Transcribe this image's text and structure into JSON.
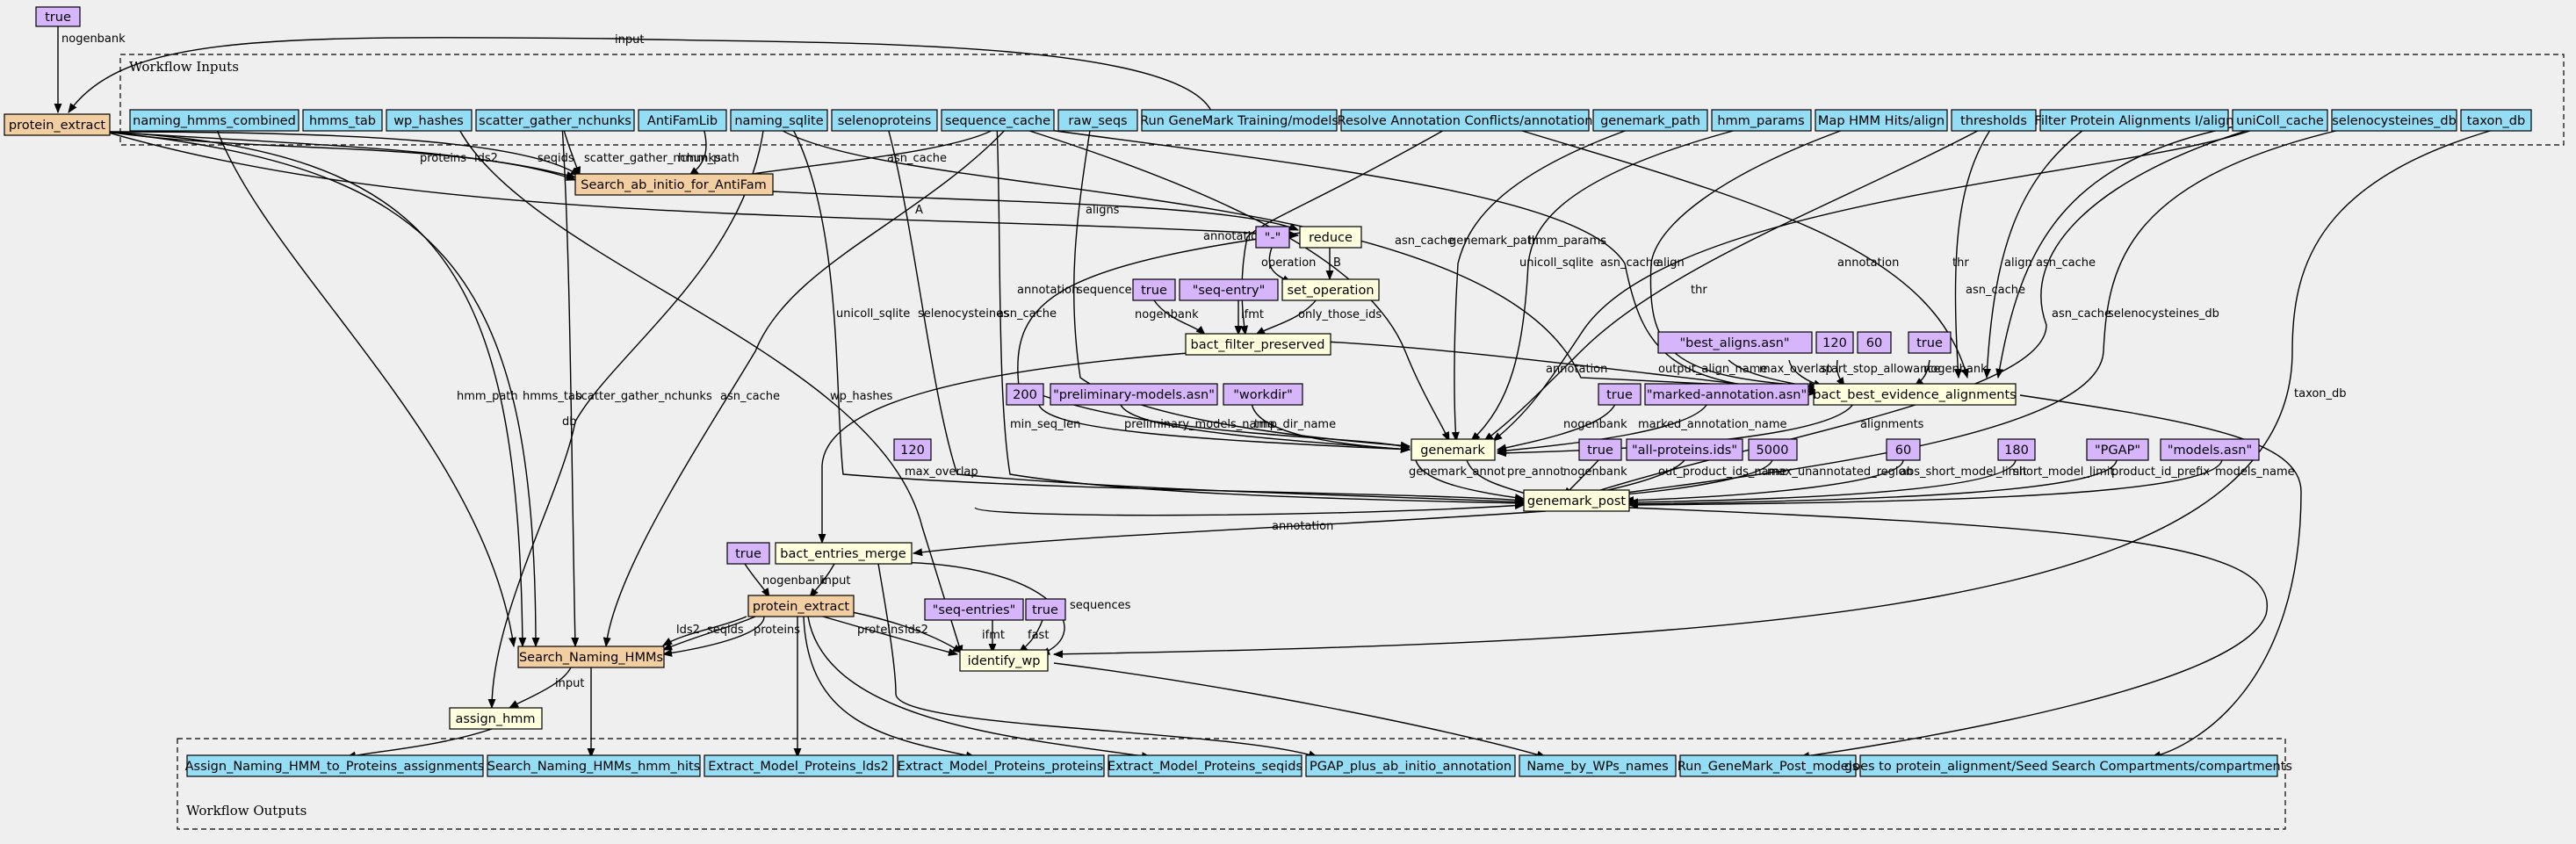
{
  "clusters": {
    "inputs_label": "Workflow Inputs",
    "outputs_label": "Workflow Outputs"
  },
  "colors": {
    "input": "#94ddf4",
    "output": "#94ddf4",
    "const": "#d7b5fb",
    "step": "#ffffdd",
    "subworkflow": "#f3cea1",
    "background": "#efefef"
  },
  "nodes": {
    "in_naming_hmms_combined": "naming_hmms_combined",
    "in_hmms_tab": "hmms_tab",
    "in_wp_hashes": "wp_hashes",
    "in_scatter_gather_nchunks": "scatter_gather_nchunks",
    "in_antifamlib": "AntiFamLib",
    "in_naming_sqlite": "naming_sqlite",
    "in_selenoproteins": "selenoproteins",
    "in_sequence_cache": "sequence_cache",
    "in_raw_seqs": "raw_seqs",
    "in_genemark_training_models": "Run GeneMark Training/models",
    "in_resolve_annotation": "Resolve Annotation Conflicts/annotation",
    "in_genemark_path": "genemark_path",
    "in_hmm_params": "hmm_params",
    "in_map_hmm_hits_align": "Map HMM Hits/align",
    "in_thresholds": "thresholds",
    "in_filter_protein_alignments": "Filter Protein Alignments I/align",
    "in_unicoll_cache": "uniColl_cache",
    "in_selenocysteines_db": "selenocysteines_db",
    "in_taxon_db": "taxon_db",
    "c_true_top": "true",
    "sub_protein_extract_top": "protein_extract",
    "sub_search_ab_initio": "Search_ab_initio_for_AntiFam",
    "c_star_dash": "\"-\"",
    "step_reduce": "reduce",
    "step_set_operation": "set_operation",
    "c_true_filter": "true",
    "c_seq_entry": "\"seq-entry\"",
    "step_bact_filter_preserved": "bact_filter_preserved",
    "c_best_aligns": "\"best_aligns.asn\"",
    "c_120_a": "120",
    "c_60_a": "60",
    "c_true_bbea": "true",
    "c_200": "200",
    "c_preliminary_models": "\"preliminary-models.asn\"",
    "c_workdir": "\"workdir\"",
    "c_true_genemark": "true",
    "c_marked_annotation": "\"marked-annotation.asn\"",
    "step_bact_best_evidence": "bact_best_evidence_alignments",
    "step_genemark": "genemark",
    "c_120_b": "120",
    "c_true_gpost": "true",
    "c_all_proteins": "\"all-proteins.ids\"",
    "c_5000": "5000",
    "c_60_b": "60",
    "c_180": "180",
    "c_pgap": "\"PGAP\"",
    "c_models_asn": "\"models.asn\"",
    "step_genemark_post": "genemark_post",
    "c_true_merge": "true",
    "step_bact_entries_merge": "bact_entries_merge",
    "sub_protein_extract_mid": "protein_extract",
    "c_seq_entries": "\"seq-entries\"",
    "c_true_wp": "true",
    "step_identify_wp": "identify_wp",
    "sub_search_naming_hmms": "Search_Naming_HMMs",
    "step_assign_hmm": "assign_hmm",
    "out_assign_naming": "Assign_Naming_HMM_to_Proteins_assignments",
    "out_search_naming_hits": "Search_Naming_HMMs_hmm_hits",
    "out_extract_lds2": "Extract_Model_Proteins_lds2",
    "out_extract_proteins": "Extract_Model_Proteins_proteins",
    "out_extract_seqids": "Extract_Model_Proteins_seqids",
    "out_pgap_annotation": "PGAP_plus_ab_initio_annotation",
    "out_name_by_wps": "Name_by_WPs_names",
    "out_run_genemark_post": "Run_GeneMark_Post_models",
    "out_compartments": "goes to protein_alignment/Seed Search Compartments/compartments"
  },
  "edge_labels": {
    "e_input": "input",
    "e_nogenbank_top": "nogenbank",
    "e_proteins": "proteins",
    "e_lds2": "lds2",
    "e_seqids": "seqids",
    "e_scatter_gather": "scatter_gather_nchunks",
    "e_hmm_path_top": "hmm_path",
    "e_asn_cache_top": "asn_cache",
    "e_A": "A",
    "e_aligns": "aligns",
    "e_B": "B",
    "e_operation": "operation",
    "e_annotation_bfp": "annotation",
    "e_nogenbank_bfp": "nogenbank",
    "e_ifmt": "ifmt",
    "e_only_those_ids": "only_those_ids",
    "e_unicoll_sqlite": "unicoll_sqlite",
    "e_asn_cache_bbea": "asn_cache",
    "e_align_bbea": "align",
    "e_annotation_bbea": "annotation",
    "e_thr_bbea": "thr",
    "e_align_bbea2": "align",
    "e_asn_cache_bbea2": "asn_cache",
    "e_output_align_name": "output_align_name",
    "e_max_overlap_a": "max_overlap",
    "e_start_stop": "start_stop_allowance",
    "e_nogenbank_bbea": "nogenbank",
    "e_annotation_gm": "annotation",
    "e_sequences_gm": "sequences",
    "e_asn_cache_gm": "asn_cache",
    "e_genemark_path": "genemark_path",
    "e_hmm_params": "hmm_params",
    "e_thr_gm": "thr",
    "e_asn_cache_gm2": "asn_cache",
    "e_min_seq_len": "min_seq_len",
    "e_preliminary_models_name": "preliminary_models_name",
    "e_tmp_dir_name": "tmp_dir_name",
    "e_nogenbank_gm": "nogenbank",
    "e_marked_annotation_name": "marked_annotation_name",
    "e_alignments": "alignments",
    "e_annotation_mid": "annotation",
    "e_unicoll_sqlite_gp": "unicoll_sqlite",
    "e_selenocysteines_gp": "selenocysteines",
    "e_asn_cache_gp": "asn_cache",
    "e_asn_cache_gp2": "asn_cache",
    "e_selenocysteines_db": "selenocysteines_db",
    "e_taxon_db": "taxon_db",
    "e_hmm_path_snh": "hmm_path",
    "e_hmms_tab": "hmms_tab",
    "e_scatter_snh": "scatter_gather_nchunks",
    "e_asn_cache_snh": "asn_cache",
    "e_wp_hashes": "wp_hashes",
    "e_db": "db",
    "e_max_overlap_b": "max_overlap",
    "e_genemark_annot": "genemark_annot",
    "e_pre_annot": "pre_annot",
    "e_nogenbank_gp": "nogenbank",
    "e_out_product_ids_name": "out_product_ids_name",
    "e_max_unannotated_region": "max_unannotated_region",
    "e_abs_short_model_limit": "abs_short_model_limit",
    "e_short_model_limit": "short_model_limit",
    "e_product_id_prefix": "product_id_prefix",
    "e_models_name": "models_name",
    "e_annotation_merge": "annotation",
    "e_nogenbank_pe": "nogenbank",
    "e_input_pe": "input",
    "e_sequences_wp": "sequences",
    "e_lds2_snh": "lds2",
    "e_seqids_snh": "seqids",
    "e_proteins_snh": "proteins",
    "e_proteins_wp": "proteins",
    "e_lds2_wp": "lds2",
    "e_ifmt_wp": "ifmt",
    "e_fast": "fast",
    "e_input_assign": "input"
  }
}
